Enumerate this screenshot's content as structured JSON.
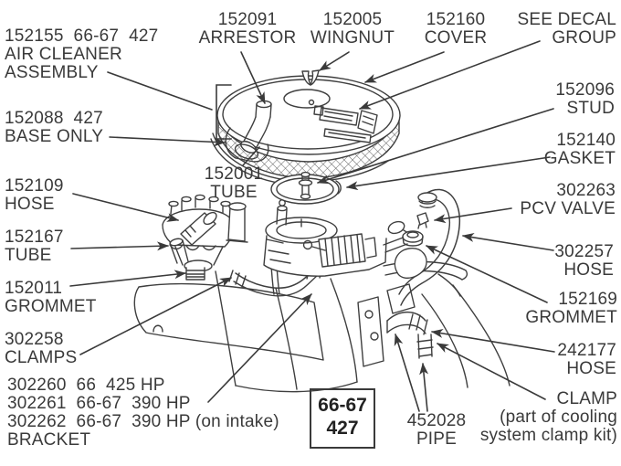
{
  "diagram": {
    "title_context": "air cleaner and PCV exploded parts diagram",
    "colors": {
      "ink": "#3f3f3f",
      "text": "#3a3a3a",
      "background": "#ffffff"
    },
    "callouts": {
      "air_cleaner_assembly": "152155  66-67  427\nAIR CLEANER\nASSEMBLY",
      "base_only": "152088  427\nBASE ONLY",
      "arrestor": "152091\nARRESTOR",
      "wingnut": "152005\nWINGNUT",
      "cover": "152160\nCOVER",
      "see_decal_group": "SEE DECAL\nGROUP",
      "stud": "152096\nSTUD",
      "gasket": "152140\nGASKET",
      "pcv_valve": "302263\nPCV VALVE",
      "hose_302257": "302257\nHOSE",
      "grommet_152169": "152169\nGROMMET",
      "hose_242177": "242177\nHOSE",
      "clamp": "CLAMP\n(part of cooling\nsystem clamp kit)",
      "pipe": "452028\nPIPE",
      "tube_152001": "152001\nTUBE",
      "hose_152109": "152109\nHOSE",
      "tube_152167": "152167\nTUBE",
      "grommet_152011": "152011\nGROMMET",
      "clamps": "302258\nCLAMPS",
      "bracket": "302260  66  425 HP\n302261  66-67  390 HP\n302262  66-67  390 HP (on intake)\nBRACKET",
      "model_box": "66-67\n427"
    }
  }
}
